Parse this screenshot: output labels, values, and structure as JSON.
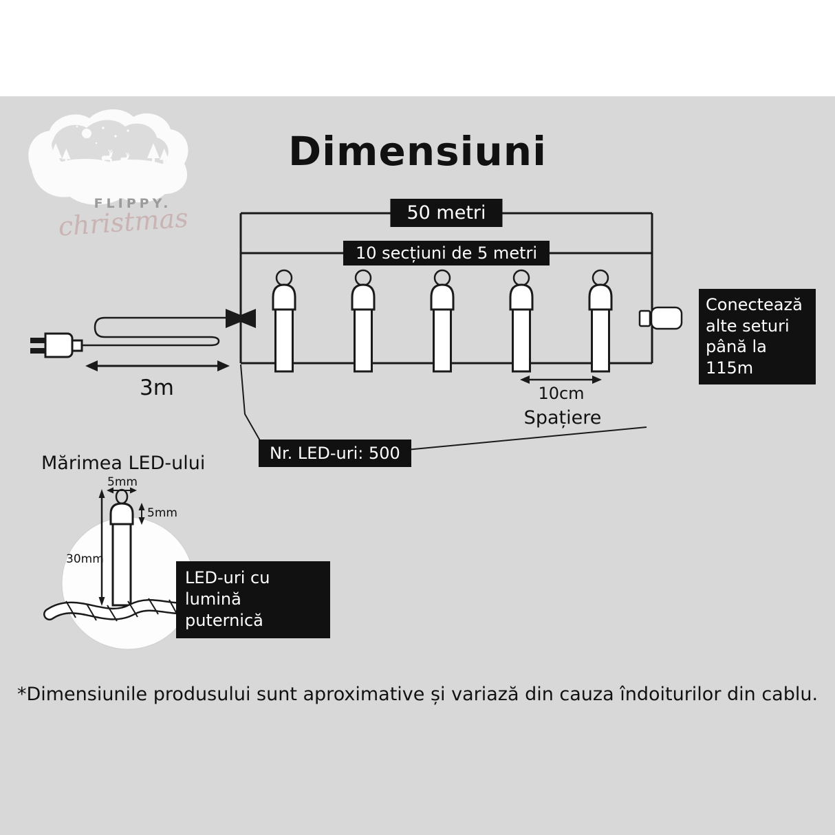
{
  "title": "Dimensiuni",
  "logo": {
    "name": "FLIPPY.",
    "script": "christmas"
  },
  "diagram": {
    "total_length": "50 metri",
    "sections": "10 secțiuni de 5 metri",
    "lead_length": "3m",
    "connect_info": "Conectează alte seturi până la 115m",
    "spacing_value": "10cm",
    "spacing_caption": "Spațiere",
    "led_count": "Nr. LED-uri: 500"
  },
  "led_detail": {
    "heading": "Mărimea LED-ului",
    "bulb_width": "5mm",
    "bulb_cap_height": "5mm",
    "bulb_total_height": "30mm",
    "brightness_note": "LED-uri cu lumină puternică"
  },
  "footnote": "*Dimensiunile produsului sunt aproximative și variază din cauza îndoiturilor din cablu.",
  "colors": {
    "background": "#d8d8d8",
    "top_band": "#ffffff",
    "label_bg": "#111111",
    "label_text": "#ffffff",
    "line": "#1a1a1a"
  }
}
